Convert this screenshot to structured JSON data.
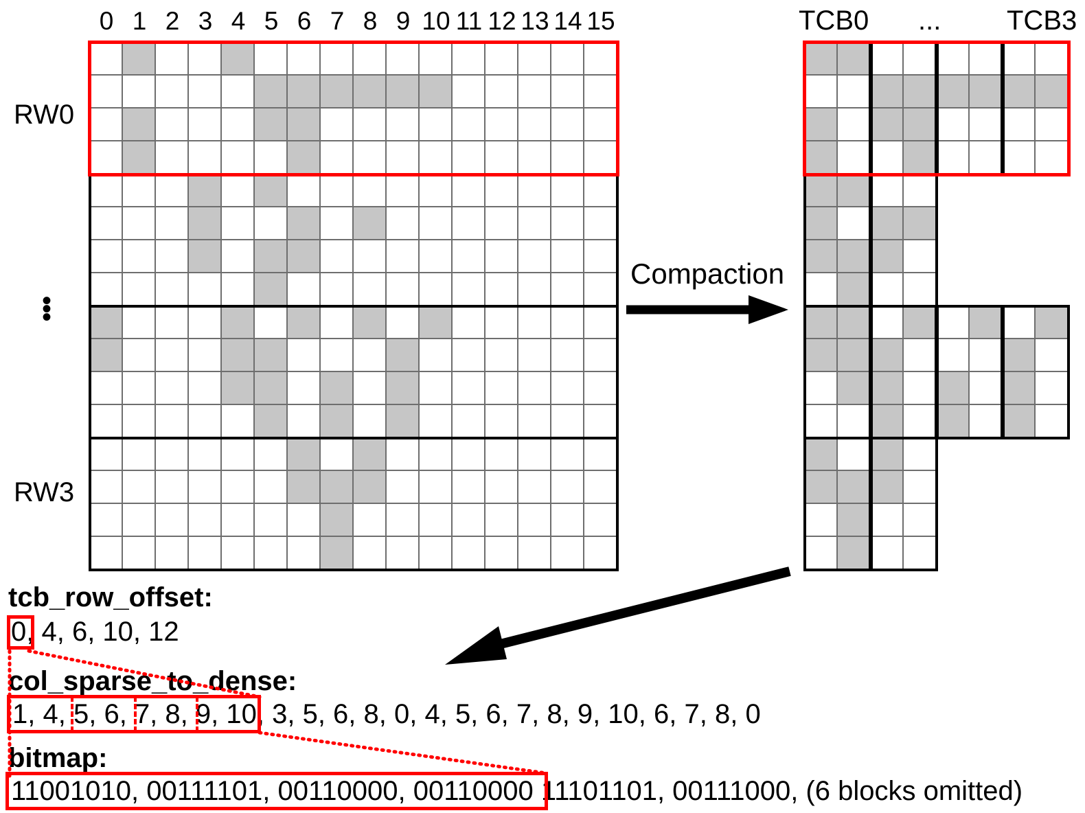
{
  "diagram": {
    "title_role": "sparse-matrix-compaction-diagram",
    "compaction_label": "Compaction",
    "vertical_ellipsis": "⋮",
    "colors": {
      "cell_on": "#c6c6c6",
      "cell_off": "#ffffff",
      "highlight": "#ff0000",
      "grid_line": "#6e6e6e",
      "block_line": "#000000"
    }
  },
  "dense_matrix": {
    "name": "dense-sparse-matrix",
    "rows": 16,
    "cols": 16,
    "col_headers": [
      "0",
      "1",
      "2",
      "3",
      "4",
      "5",
      "6",
      "7",
      "8",
      "9",
      "10",
      "11",
      "12",
      "13",
      "14",
      "15"
    ],
    "row_group_labels": {
      "first": "RW0",
      "last": "RW3"
    },
    "row_group_size": 4,
    "nonzero_cols_per_row": [
      [
        1,
        4
      ],
      [
        5,
        6,
        7,
        8,
        9,
        10
      ],
      [
        1,
        5,
        6
      ],
      [
        1,
        6
      ],
      [
        3,
        5
      ],
      [
        3,
        6,
        8
      ],
      [
        3,
        5,
        6
      ],
      [
        5
      ],
      [
        0,
        4,
        6,
        8,
        10
      ],
      [
        0,
        4,
        5,
        9
      ],
      [
        4,
        5,
        7,
        9
      ],
      [
        5,
        7,
        9
      ],
      [
        6,
        8
      ],
      [
        6,
        7,
        8
      ],
      [
        7
      ],
      [
        7
      ]
    ],
    "highlighted_row_group": 0
  },
  "compacted_matrix": {
    "name": "compacted-matrix",
    "rows": 16,
    "tcb_headers": {
      "first": "TCB0",
      "ellipsis": "...",
      "last": "TCB3"
    },
    "tcb_width": 2,
    "cols_per_row_group": [
      8,
      4,
      8,
      4
    ],
    "nonzero_cols_per_row": [
      [
        0,
        1
      ],
      [
        2,
        3,
        4,
        5,
        6,
        7
      ],
      [
        0,
        2,
        3
      ],
      [
        0,
        3
      ],
      [
        0,
        1
      ],
      [
        0,
        2,
        3
      ],
      [
        0,
        1,
        2
      ],
      [
        1
      ],
      [
        0,
        1,
        3,
        5,
        7
      ],
      [
        0,
        1,
        2,
        6
      ],
      [
        1,
        2,
        4,
        6
      ],
      [
        2,
        4,
        6
      ],
      [
        0,
        2
      ],
      [
        0,
        1,
        2
      ],
      [
        1
      ],
      [
        1
      ]
    ],
    "highlighted_row_group": 0
  },
  "arrays": {
    "tcb_row_offset": {
      "label": "tcb_row_offset:",
      "values_text": "0, 4, 6, 10, 12",
      "highlighted_first": "0",
      "rest": ", 4, 6, 10, 12"
    },
    "col_sparse_to_dense": {
      "label": "col_sparse_to_dense:",
      "highlighted_text": "1, 4, 5, 6, 7, 8, 9, 10",
      "groups": [
        "1, 4,",
        "5, 6,",
        "7, 8,",
        "9, 10"
      ],
      "rest_text": ", 3, 5, 6, 8, 0, 4, 5, 6, 7, 8, 9, 10, 6, 7, 8, 0"
    },
    "bitmap": {
      "label": "bitmap:",
      "highlighted_text": "11001010, 00111101, 00110000, 00110000",
      "rest_text": "11101101, 00111000, (6 blocks omitted)"
    }
  }
}
